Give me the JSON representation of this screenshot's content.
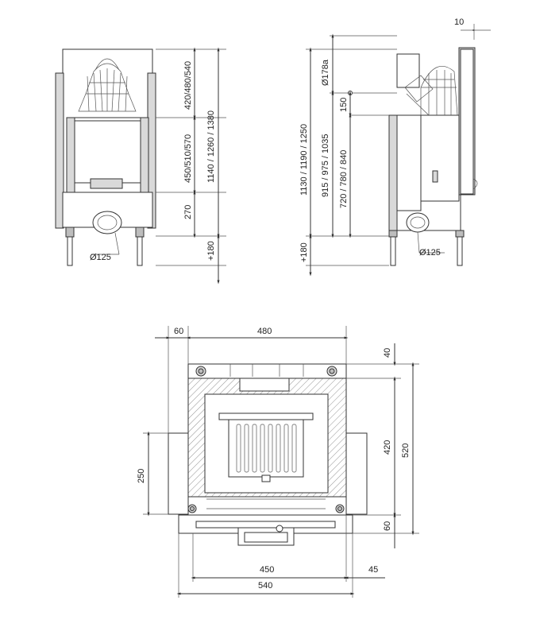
{
  "front_view": {
    "dim_height_total": "1140 / 1260 / 1380",
    "dim_top": "420/480/540",
    "dim_middle": "450/510/570",
    "dim_bottom": "270",
    "dim_leg": "+180",
    "flue_diameter": "Ø125"
  },
  "side_view": {
    "dim_top_offset": "10",
    "dim_outlet_diameter": "Ø178a",
    "dim_150": "150",
    "dim_total": "1130 / 1190 / 1250",
    "dim_mid": "915 / 975 / 1035",
    "dim_low": "720 / 780 / 840",
    "dim_leg": "+180",
    "flue_diameter": "Ø125"
  },
  "plan_view": {
    "dim_60_top": "60",
    "dim_480": "480",
    "dim_40": "40",
    "dim_420": "420",
    "dim_520": "520",
    "dim_60_right": "60",
    "dim_250": "250",
    "dim_450": "450",
    "dim_45": "45",
    "dim_540": "540"
  }
}
